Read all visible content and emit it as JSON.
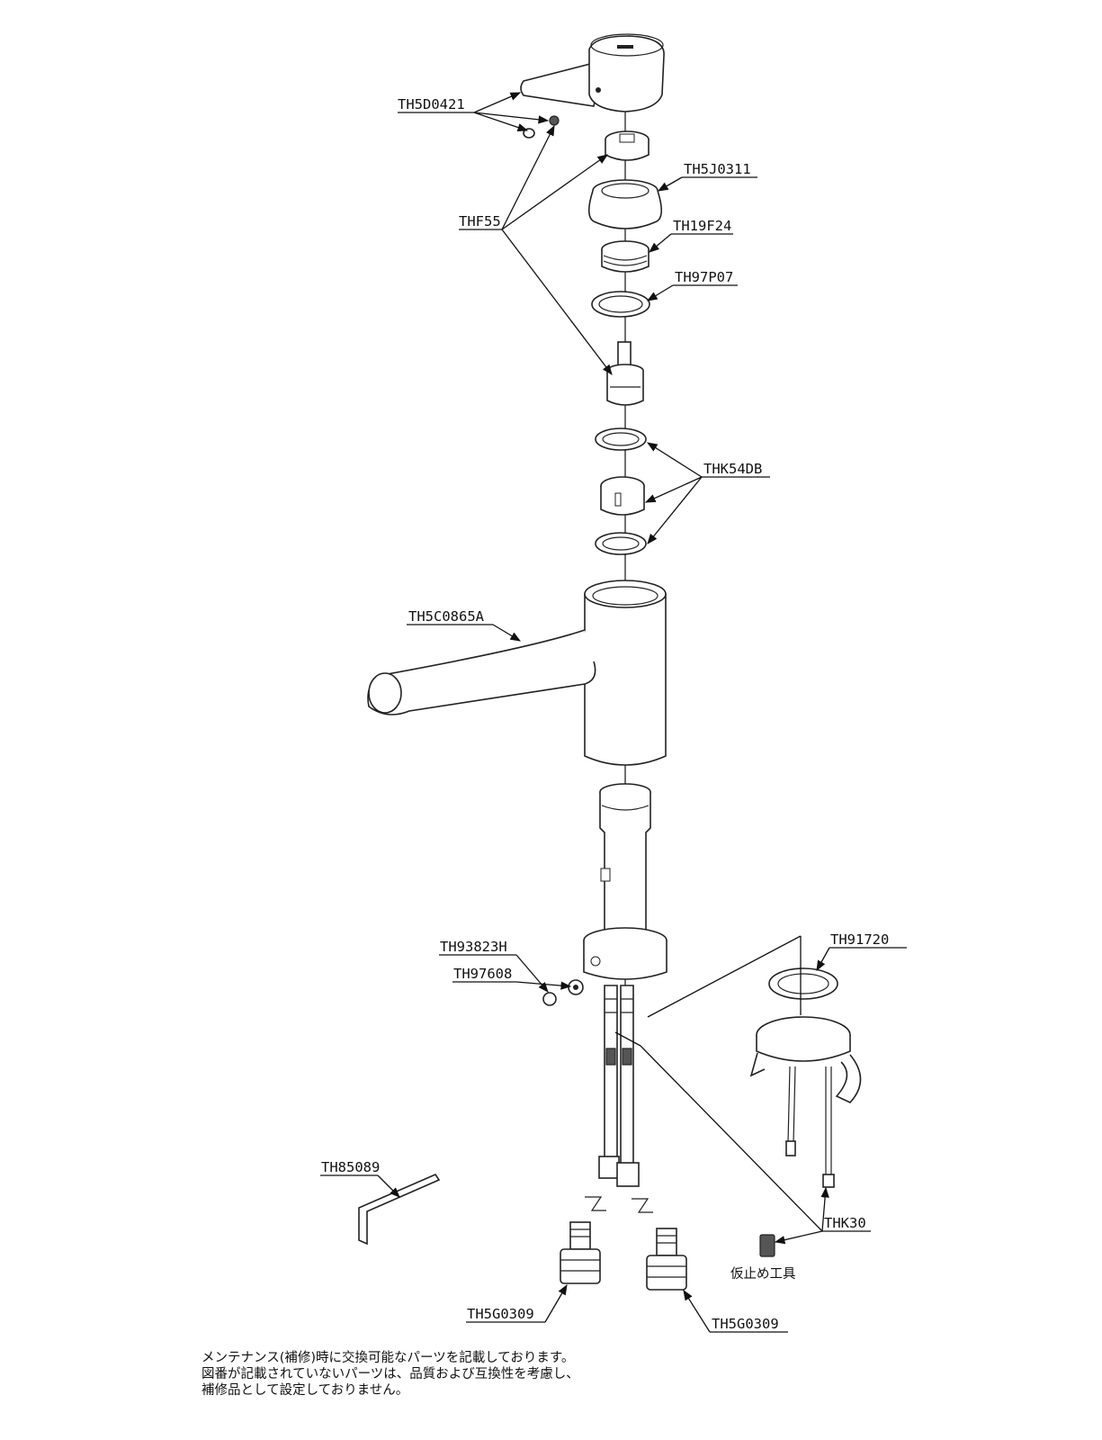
{
  "part_labels": [
    {
      "id": "handle",
      "text": "TH5D0421"
    },
    {
      "id": "cartridge_parts",
      "text": "THF55"
    },
    {
      "id": "cover",
      "text": "TH5J0311"
    },
    {
      "id": "nut",
      "text": "TH19F24"
    },
    {
      "id": "ring",
      "text": "TH97P07"
    },
    {
      "id": "seal_set",
      "text": "THK54DB"
    },
    {
      "id": "body",
      "text": "TH5C0865A"
    },
    {
      "id": "screw",
      "text": "TH93823H"
    },
    {
      "id": "cap",
      "text": "TH97608"
    },
    {
      "id": "gasket",
      "text": "TH91720"
    },
    {
      "id": "wrench",
      "text": "TH85089"
    },
    {
      "id": "mount_kit",
      "text": "THK30"
    },
    {
      "id": "valve_left",
      "text": "TH5G0309"
    },
    {
      "id": "valve_right",
      "text": "TH5G0309"
    }
  ],
  "tool_label": "仮止め工具",
  "notes": [
    "メンテナンス(補修)時に交換可能なパーツを記載しております。",
    "図番が記載されていないパーツは、品質および互換性を考慮し、",
    "補修品として設定しておりません。"
  ]
}
